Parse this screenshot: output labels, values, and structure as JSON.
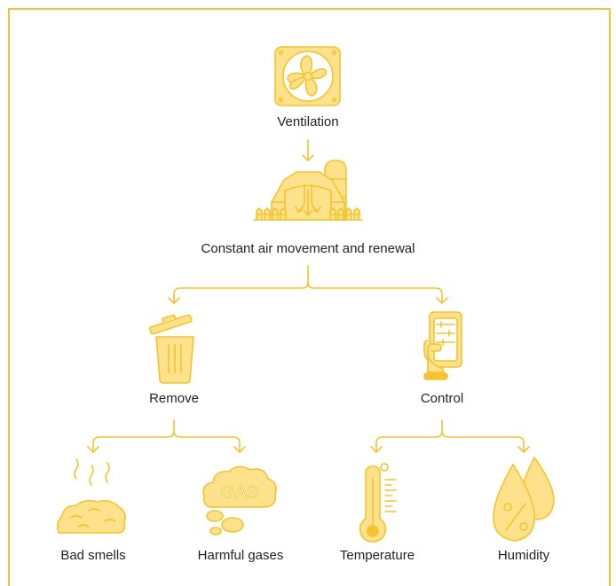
{
  "colors": {
    "fill": "#fde28b",
    "stroke": "#f4c330",
    "text": "#222222"
  },
  "nodes": {
    "ventilation": {
      "label": "Ventilation",
      "icon": "fan-icon"
    },
    "air_movement": {
      "label": "Constant air movement and renewal",
      "icon": "barn-airflow-icon"
    },
    "remove": {
      "label": "Remove",
      "icon": "trash-can-icon"
    },
    "control": {
      "label": "Control",
      "icon": "hand-remote-control-icon"
    },
    "bad_smells": {
      "label": "Bad smells",
      "icon": "manure-smell-icon"
    },
    "harmful_gases": {
      "label": "Harmful gases",
      "icon": "gas-cloud-icon",
      "icon_text": "GAS"
    },
    "temperature": {
      "label": "Temperature",
      "icon": "thermometer-icon"
    },
    "humidity": {
      "label": "Humidity",
      "icon": "water-drops-icon"
    }
  }
}
